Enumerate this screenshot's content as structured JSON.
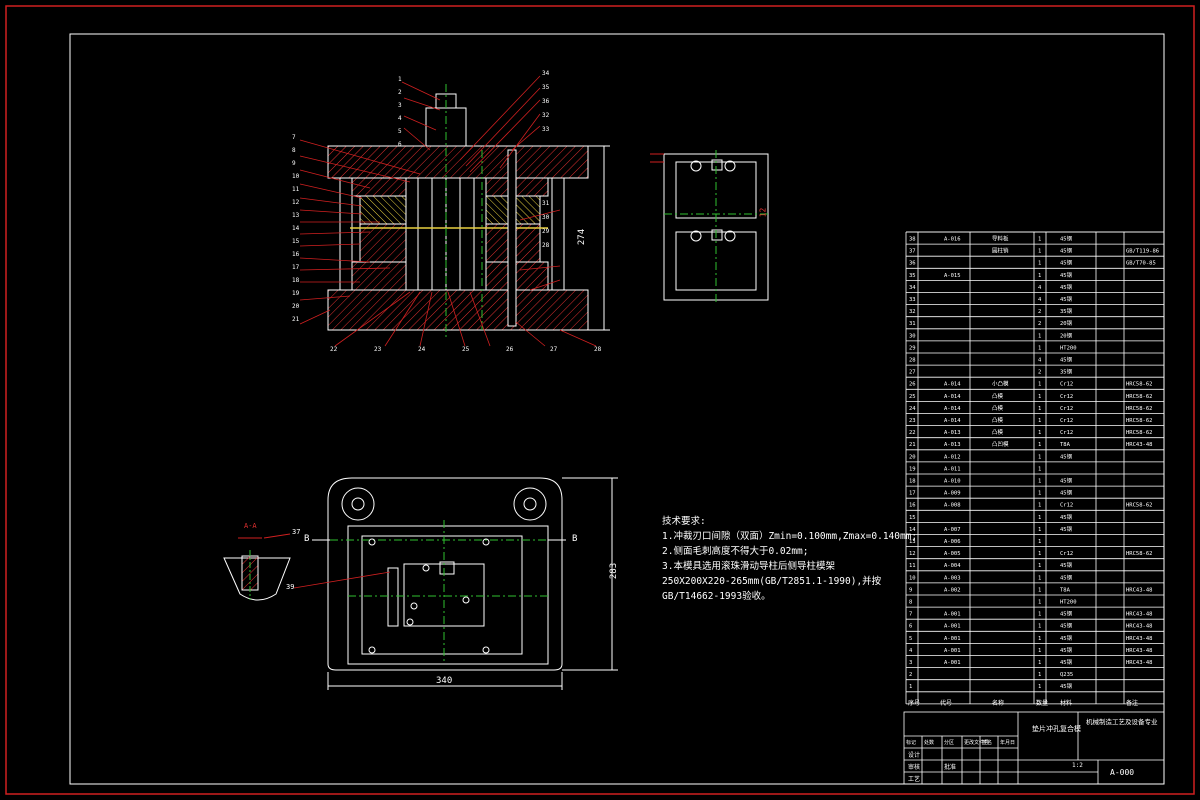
{
  "drawing": {
    "dimensions": {
      "section_height": "274",
      "plan_width": "340",
      "plan_height": "283",
      "thickness": "12"
    },
    "section_marks": {
      "left": "B",
      "right": "B"
    },
    "detail_label": "A-A",
    "callouts_left": [
      "7",
      "8",
      "9",
      "10",
      "11",
      "12",
      "13",
      "14",
      "15",
      "16",
      "17",
      "18",
      "19",
      "20",
      "21"
    ],
    "callouts_top": [
      "1",
      "2",
      "3",
      "4",
      "5",
      "6"
    ],
    "callouts_right": [
      "34",
      "35",
      "36",
      "32",
      "33",
      "31",
      "30",
      "29",
      "28"
    ],
    "callouts_bottom": [
      "22",
      "23",
      "24",
      "25",
      "26",
      "27",
      "28"
    ],
    "callout_plan": "39",
    "callout_detail": "37",
    "tech_notes": {
      "title": "技术要求:",
      "lines": [
        "1.冲裁刃口间隙（双面）Zmin=0.100mm,Zmax=0.140mm;",
        "2.侧面毛刺高度不得大于0.02mm;",
        "3.本模具选用滚珠滑动导柱后侧导柱模架",
        "250X200X220-265mm(GB/T2851.1-1990),并按",
        "GB/T14662-1993验收。"
      ]
    },
    "bom": {
      "rows": [
        [
          "38",
          "A-016",
          "导料板",
          "1",
          "45钢",
          ""
        ],
        [
          "37",
          "",
          "圆柱销",
          "1",
          "45钢",
          "GB/T119-86"
        ],
        [
          "36",
          "",
          "",
          "1",
          "45钢",
          "GB/T70-85"
        ],
        [
          "35",
          "A-015",
          "",
          "1",
          "45钢",
          ""
        ],
        [
          "34",
          "",
          "",
          "4",
          "45钢",
          ""
        ],
        [
          "33",
          "",
          "",
          "4",
          "45钢",
          ""
        ],
        [
          "32",
          "",
          "",
          "2",
          "35钢",
          ""
        ],
        [
          "31",
          "",
          "",
          "2",
          "20钢",
          ""
        ],
        [
          "30",
          "",
          "",
          "1",
          "20钢",
          ""
        ],
        [
          "29",
          "",
          "",
          "1",
          "HT200",
          ""
        ],
        [
          "28",
          "",
          "",
          "4",
          "45钢",
          ""
        ],
        [
          "27",
          "",
          "",
          "2",
          "35钢",
          ""
        ],
        [
          "26",
          "A-014",
          "小凸模",
          "1",
          "Cr12",
          "HRC58-62"
        ],
        [
          "25",
          "A-014",
          "凸模",
          "1",
          "Cr12",
          "HRC58-62"
        ],
        [
          "24",
          "A-014",
          "凸模",
          "1",
          "Cr12",
          "HRC58-62"
        ],
        [
          "23",
          "A-014",
          "凸模",
          "1",
          "Cr12",
          "HRC58-62"
        ],
        [
          "22",
          "A-013",
          "凸模",
          "1",
          "Cr12",
          "HRC58-62"
        ],
        [
          "21",
          "A-013",
          "凸凹模",
          "1",
          "T8A",
          "HRC43-48"
        ],
        [
          "20",
          "A-012",
          "",
          "1",
          "45钢",
          ""
        ],
        [
          "19",
          "A-011",
          "",
          "1",
          "",
          ""
        ],
        [
          "18",
          "A-010",
          "",
          "1",
          "45钢",
          ""
        ],
        [
          "17",
          "A-009",
          "",
          "1",
          "45钢",
          ""
        ],
        [
          "16",
          "A-008",
          "",
          "1",
          "Cr12",
          "HRC58-62"
        ],
        [
          "15",
          "",
          "",
          "1",
          "45钢",
          ""
        ],
        [
          "14",
          "A-007",
          "",
          "1",
          "45钢",
          ""
        ],
        [
          "13",
          "A-006",
          "",
          "1",
          "",
          ""
        ],
        [
          "12",
          "A-005",
          "",
          "1",
          "Cr12",
          "HRC58-62"
        ],
        [
          "11",
          "A-004",
          "",
          "1",
          "45钢",
          ""
        ],
        [
          "10",
          "A-003",
          "",
          "1",
          "45钢",
          ""
        ],
        [
          "9",
          "A-002",
          "",
          "1",
          "T8A",
          "HRC43-48"
        ],
        [
          "8",
          "",
          "",
          "1",
          "HT200",
          ""
        ],
        [
          "7",
          "A-001",
          "",
          "1",
          "45钢",
          "HRC43-48"
        ],
        [
          "6",
          "A-001",
          "",
          "1",
          "45钢",
          "HRC43-48"
        ],
        [
          "5",
          "A-001",
          "",
          "1",
          "45钢",
          "HRC43-48"
        ],
        [
          "4",
          "A-001",
          "",
          "1",
          "45钢",
          "HRC43-48"
        ],
        [
          "3",
          "A-001",
          "",
          "1",
          "45钢",
          "HRC43-48"
        ],
        [
          "2",
          "",
          "",
          "1",
          "Q235",
          ""
        ],
        [
          "1",
          "",
          "",
          "1",
          "45钢",
          ""
        ]
      ],
      "header": {
        "no": "序号",
        "code": "代号",
        "name": "名称",
        "qty": "数量",
        "material": "材料",
        "note": "备注"
      }
    },
    "title_block": {
      "part_name": "垫片冲孔复合模",
      "school": "机械制造工艺及设备专业",
      "scale": "1:2",
      "drawing_no": "A-000",
      "rows": [
        "标记",
        "处数",
        "分区",
        "更改文件号",
        "签名",
        "年月日"
      ],
      "design": "设计",
      "check": "审核",
      "process": "工艺",
      "approve": "批准"
    }
  }
}
